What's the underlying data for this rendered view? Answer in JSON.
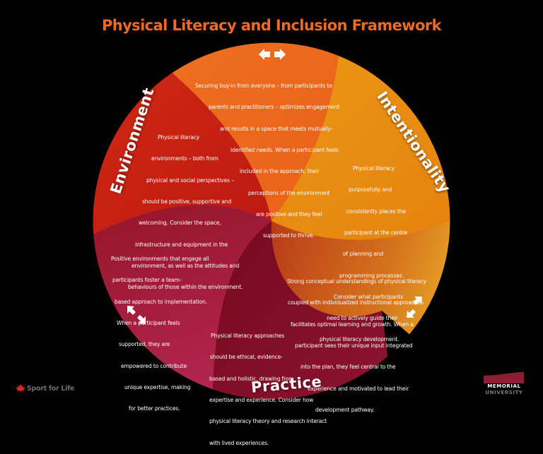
{
  "title": "Physical Literacy and Inclusion Framework",
  "colors": {
    "title": "#EE6A22",
    "background": "#000000",
    "top_orange": "#E9641C",
    "environment_red": "#C51E10",
    "intentionality_orange": "#E98A10",
    "lower_right_amber": "#D96A1A",
    "practice_crimson": "#80102A",
    "lower_left_rose": "#A01A3A"
  },
  "segments": {
    "inclusion_top": {
      "icon": "left-right-arrows-icon",
      "lines": [
        "Securing buy-in from everyone – from participants to",
        "parents and practitioners – optimizes engagement",
        "and results in a space that meets mutually-",
        "identified needs. When a participant feels",
        "included in the approach, their",
        "perceptions of the environment",
        "are positive and they feel",
        "supported to thrive."
      ]
    },
    "environment": {
      "label": "Environment",
      "lines": [
        "Physical literacy",
        "environments – both from",
        "physical and social perspectives –",
        "should be positive, supportive and",
        "welcoming. Consider the space,",
        "infrastructure and equipment in the",
        "environment, as well as the attitudes and",
        "behaviours of those within the environment."
      ]
    },
    "intentionality": {
      "label": "Intentionality",
      "lines": [
        "Physical literacy",
        "purposefully and",
        "consistently places the",
        "participant at the centre",
        "of planning and",
        "programming processes.",
        "Consider what participants",
        "need to actively guide their",
        "physical literacy development."
      ]
    },
    "inclusion_right": {
      "icon": "diagonal-arrows-icon",
      "lines": [
        "Strong conceptual understandings of physical literacy",
        "coupled with individualized instructional approaches",
        "facilitates optimal learning and growth. When a",
        "participant sees their unique input integrated",
        "into the plan, they feel central to the",
        "experience and motivated to lead their",
        "development pathway."
      ]
    },
    "practice": {
      "label": "Practice",
      "lines": [
        "Physical literacy approaches",
        "should be ethical, evidence-",
        "based and holistic, drawing from",
        "expertise and experience. Consider how",
        "physical literacy theory and research interact",
        "with lived experiences."
      ]
    },
    "inclusion_left": {
      "icon": "diagonal-arrows-icon",
      "lines": [
        "Positive environments that engage all",
        "participants foster a team-",
        "based approach to implementation.",
        "When a participant feels",
        "supported, they are",
        "empowered to contribute",
        "unique expertise, making",
        "for better practices."
      ]
    }
  },
  "logos": {
    "left": "Sport for Life",
    "right_line1": "MEMORIAL",
    "right_line2": "UNIVERSITY"
  }
}
